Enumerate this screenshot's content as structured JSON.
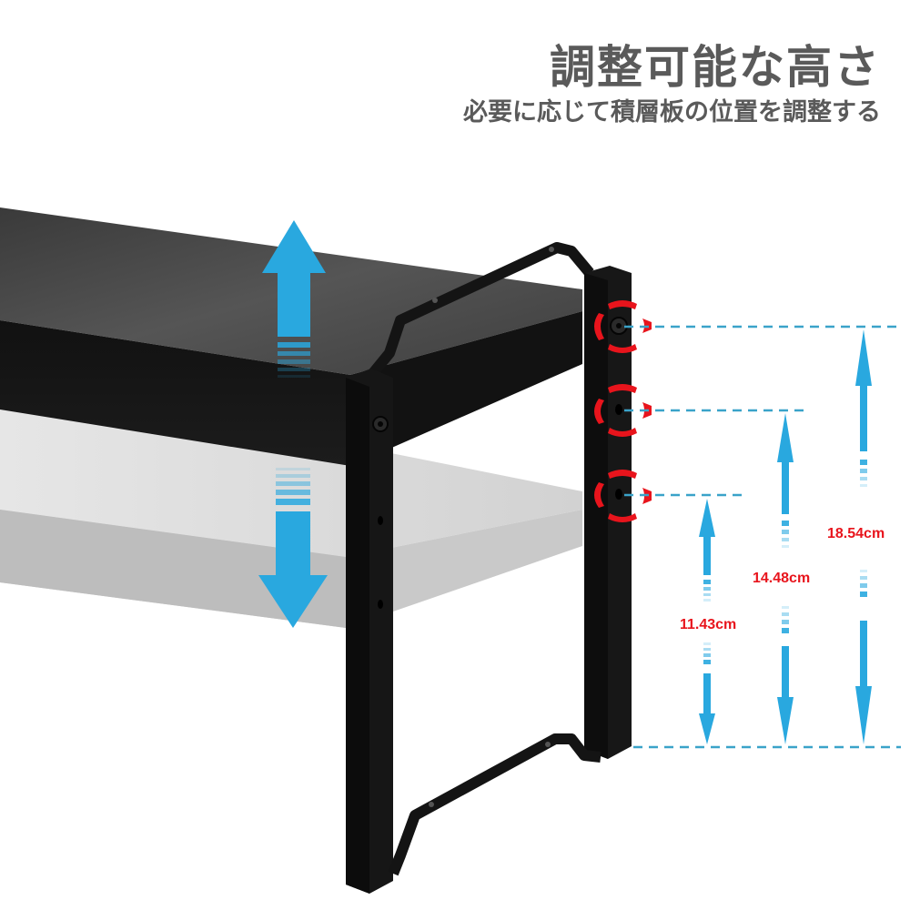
{
  "header": {
    "title": "調整可能な高さ",
    "subtitle": "必要に応じて積層板の位置を調整する"
  },
  "product": {
    "name": "adjustable-shelf-monitor-stand",
    "shelf_color": "#1f1f1f",
    "ghost_shelf_color": "#d9d9d9",
    "frame_color": "#141414"
  },
  "annotations": {
    "arrow_color": "#29a8df",
    "highlight_color": "#e8141c",
    "measurements": [
      {
        "label": "18.54cm",
        "level": "top"
      },
      {
        "label": "14.48cm",
        "level": "middle"
      },
      {
        "label": "11.43cm",
        "level": "bottom"
      }
    ],
    "arrows": [
      {
        "direction": "up",
        "meaning": "raise-shelf"
      },
      {
        "direction": "down",
        "meaning": "lower-shelf"
      }
    ]
  }
}
